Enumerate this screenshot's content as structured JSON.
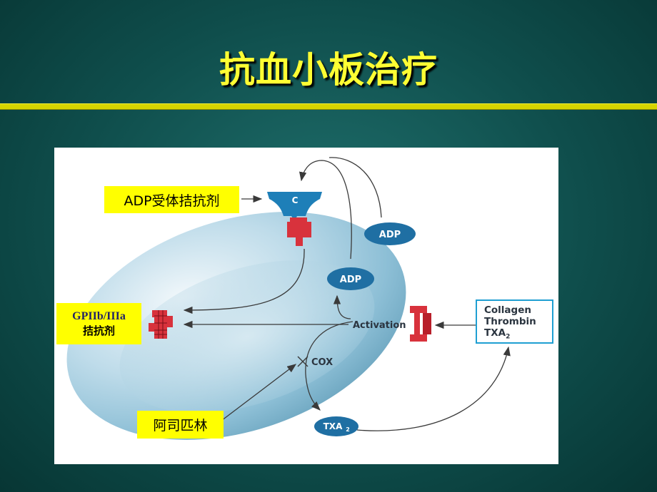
{
  "slide": {
    "title": "抗血小板治疗"
  },
  "labels": {
    "adp_antagonist": "ADP受体拮抗剂",
    "gp_antagonist_line1": "GPIIb/IIIa",
    "gp_antagonist_line2": "拮抗剂",
    "aspirin": "阿司匹林"
  },
  "diagram": {
    "receptor_letter": "C",
    "adp_upper": "ADP",
    "adp_lower": "ADP",
    "activation": "Activation",
    "cox": "COX",
    "txa2": "TXA",
    "txa2_sub": "2",
    "agonists": [
      "Collagen",
      "Thrombin",
      "TXA"
    ],
    "agonists_sub": "2"
  },
  "colors": {
    "background": "#0f4e4c",
    "title": "#ffff33",
    "rule": "#d6d400",
    "label_bg": "#ffff00",
    "pill": "#1f6fa3",
    "receptor_blue": "#1e7fb8",
    "receptor_red": "#d8323c",
    "box_border": "#1f9fd2"
  }
}
